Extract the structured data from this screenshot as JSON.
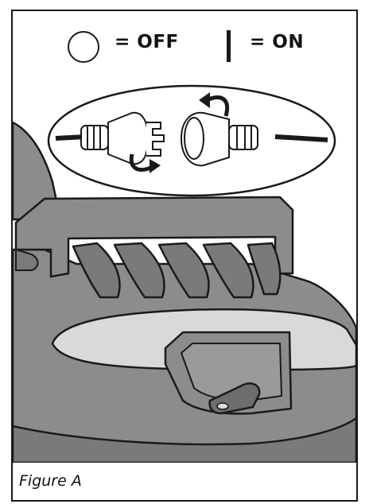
{
  "legend": {
    "off_text": "= OFF",
    "on_text": "= ON"
  },
  "figure": {
    "caption": "Figure A"
  },
  "colors": {
    "body_gray": "#8c8c8c",
    "dark_gray": "#6e6e6e",
    "light_gray": "#d9d9d9",
    "outline": "#1a1a1a"
  }
}
